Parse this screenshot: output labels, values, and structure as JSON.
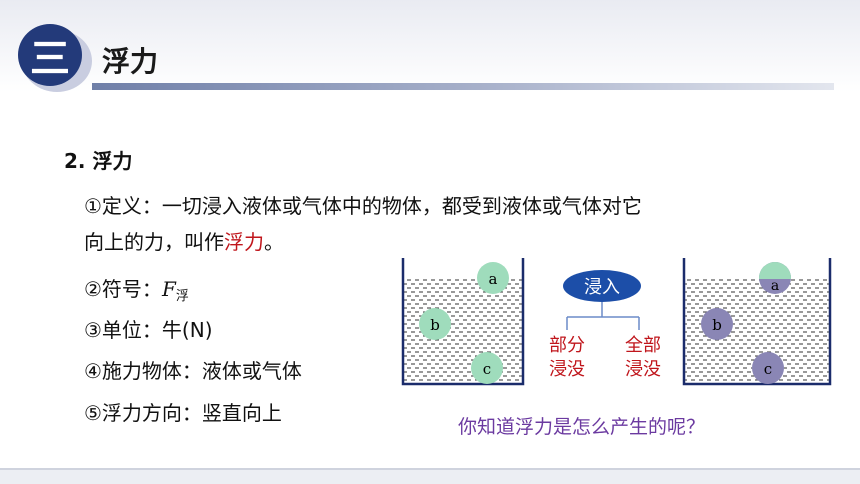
{
  "header": {
    "badge": "三",
    "title": "浮力"
  },
  "section_title": "2. 浮力",
  "definition": {
    "line1": "①定义：一切浸入液体或气体中的物体，都受到液体或气体对它",
    "line2_pre": "向上的力，叫作",
    "line2_highlight": "浮力",
    "line2_post": "。"
  },
  "properties": {
    "symbol_label": "②符号：",
    "symbol": "F",
    "symbol_sub": "浮",
    "unit": "③单位：牛(N)",
    "source": "④施力物体：液体或气体",
    "direction": "⑤浮力方向：竖直向上"
  },
  "diagram": {
    "center_label": "浸入",
    "branch_left_line1": "部分",
    "branch_left_line2": "浸没",
    "branch_right_line1": "全部",
    "branch_right_line2": "浸没",
    "ball_a": "a",
    "ball_b": "b",
    "ball_c": "c"
  },
  "question": "你知道浮力是怎么产生的呢？"
}
